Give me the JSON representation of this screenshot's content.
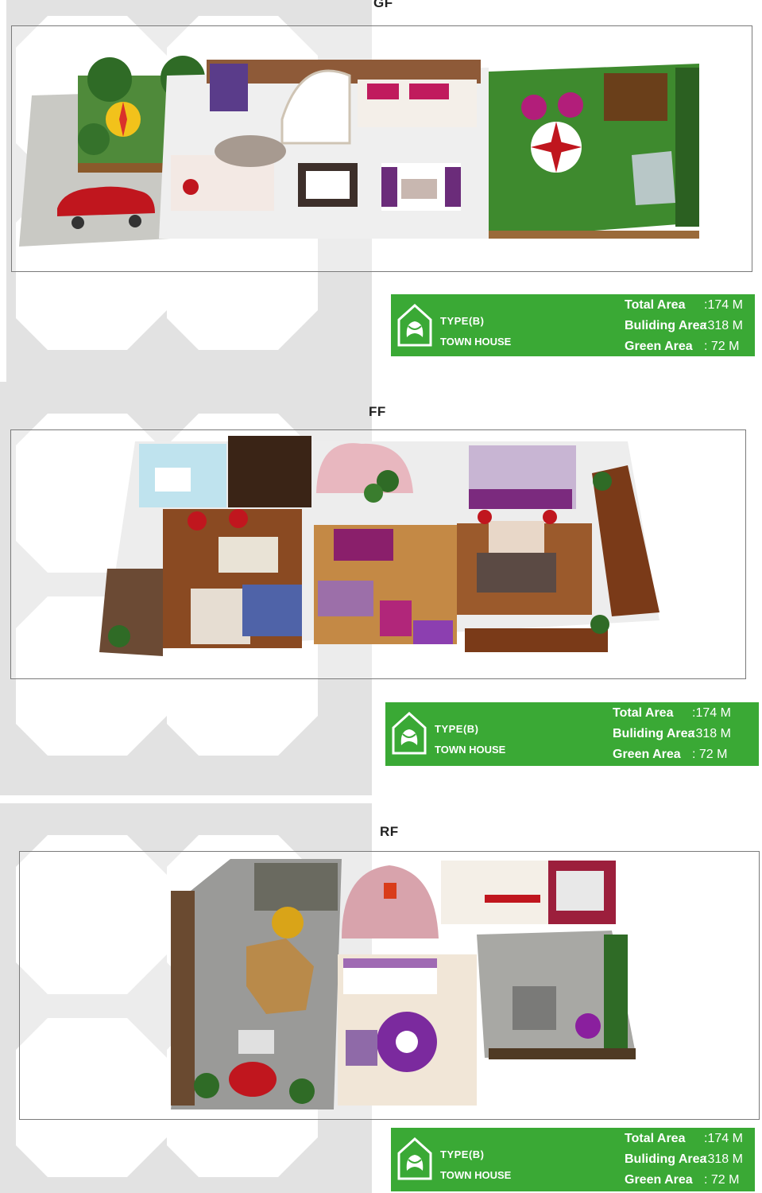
{
  "floors": [
    {
      "title": "GF",
      "info": {
        "type": "TYPE(B)",
        "house": "TOWN HOUSE",
        "total_label": "Total Area",
        "total_value": ":174 M",
        "building_label": "Buliding Area",
        "building_value": ":318 M",
        "green_label": "Green Area",
        "green_value": ": 72 M"
      }
    },
    {
      "title": "FF",
      "info": {
        "type": "TYPE(B)",
        "house": "TOWN HOUSE",
        "total_label": "Total Area",
        "total_value": ":174 M",
        "building_label": "Buliding Area",
        "building_value": ":318 M",
        "green_label": "Green Area",
        "green_value": ": 72 M"
      }
    },
    {
      "title": "RF",
      "info": {
        "type": "TYPE(B)",
        "house": "TOWN HOUSE",
        "total_label": "Total Area",
        "total_value": ":174 M",
        "building_label": "Buliding Area",
        "building_value": ":318 M",
        "green_label": "Green Area",
        "green_value": ": 72 M"
      }
    }
  ],
  "colors": {
    "brand_green": "#3aa935",
    "pattern_gray": "#dcdcdc",
    "lawn": "#3e8a2e",
    "wood_floor": "#8a4a22",
    "carpet_purple": "#7b2a7e",
    "accent_red": "#c81e2a"
  }
}
